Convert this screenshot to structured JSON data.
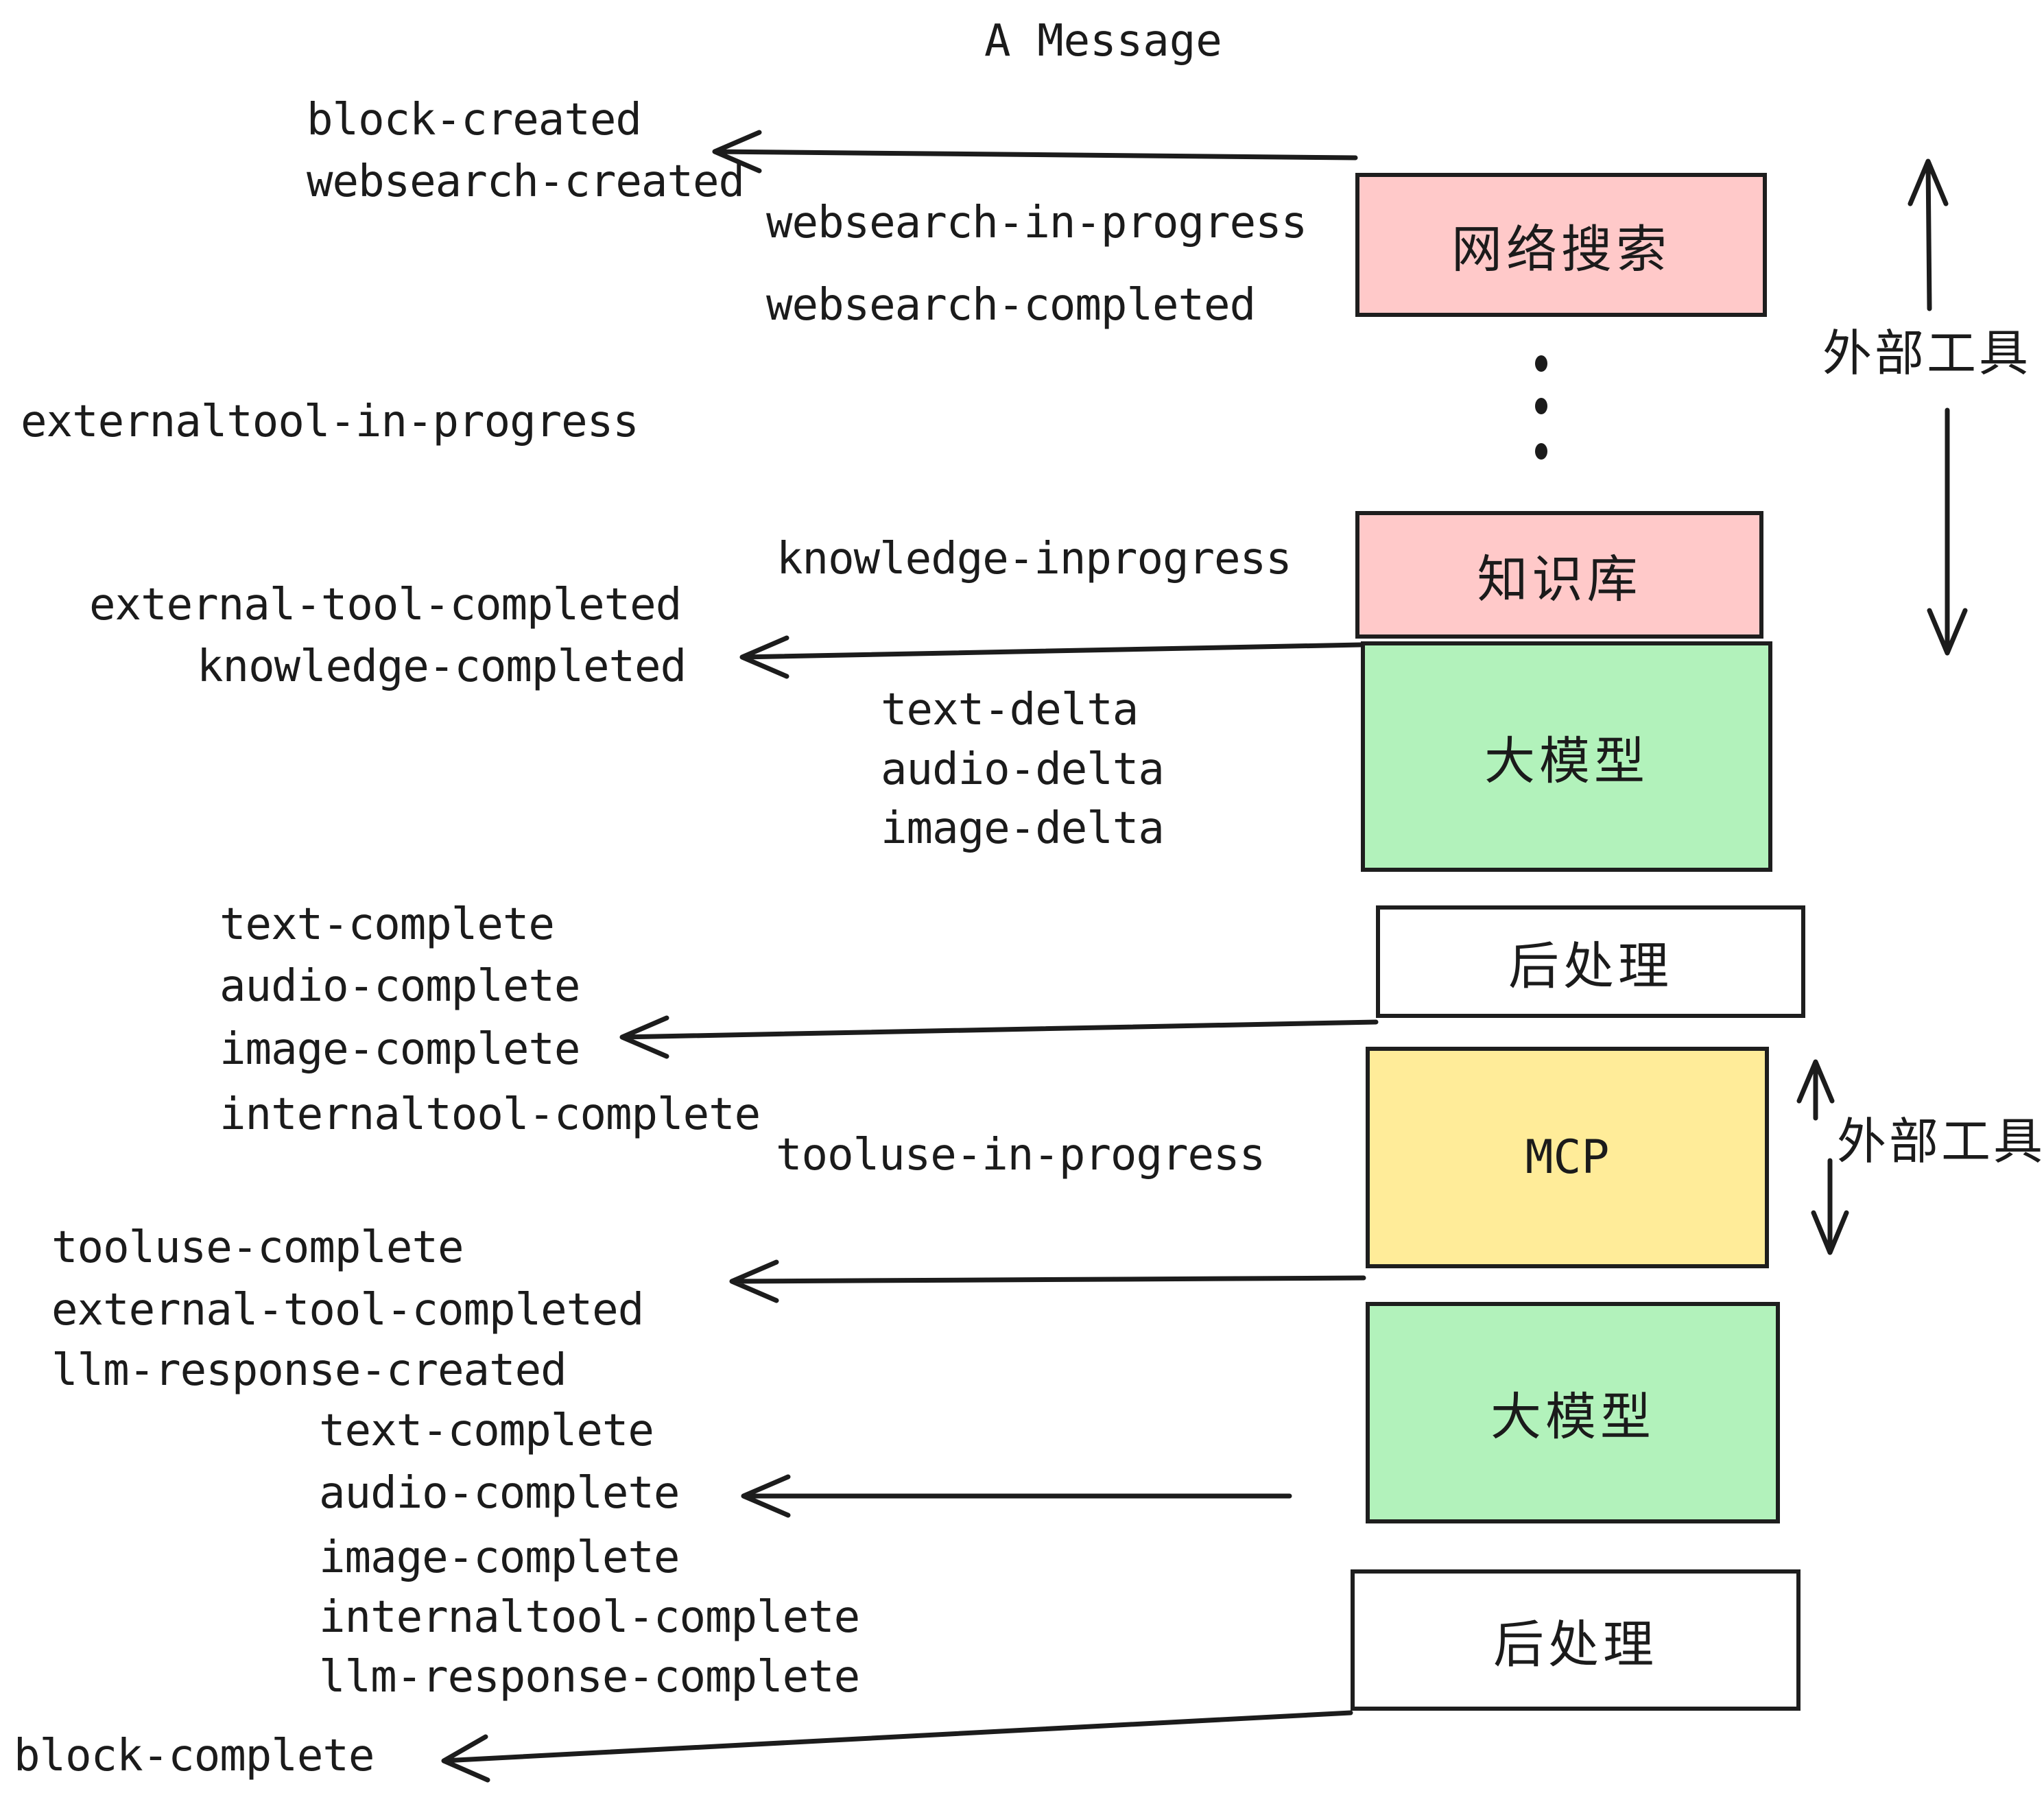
{
  "title": "A Message",
  "events": [
    "block-created",
    "websearch-created",
    "websearch-in-progress",
    "websearch-completed",
    "externaltool-in-progress",
    "knowledge-inprogress",
    "external-tool-completed",
    "knowledge-completed",
    "text-delta",
    "audio-delta",
    "image-delta",
    "text-complete",
    "audio-complete",
    "image-complete",
    "internaltool-complete",
    "tooluse-in-progress",
    "tooluse-complete",
    "external-tool-completed",
    "llm-response-created",
    "text-complete",
    "audio-complete",
    "image-complete",
    "internaltool-complete",
    "llm-response-complete",
    "block-complete"
  ],
  "boxes": {
    "websearch": {
      "label": "网络搜索",
      "fill": "#ffc9c9"
    },
    "knowledge": {
      "label": "知识库",
      "fill": "#ffc9c9"
    },
    "llm1": {
      "label": "大模型",
      "fill": "#b2f2bb"
    },
    "post1": {
      "label": "后处理",
      "fill": "#ffffff"
    },
    "mcp": {
      "label": "MCP",
      "fill": "#ffec99"
    },
    "llm2": {
      "label": "大模型",
      "fill": "#b2f2bb"
    },
    "post2": {
      "label": "后处理",
      "fill": "#ffffff"
    }
  },
  "annotations": {
    "external_tools_top": "外部工具",
    "external_tools_mcp": "外部工具"
  },
  "colors": {
    "ink": "#1c1c1c",
    "pink": "#ffc9c9",
    "green": "#b2f2bb",
    "yellow": "#ffec99",
    "white": "#ffffff"
  }
}
